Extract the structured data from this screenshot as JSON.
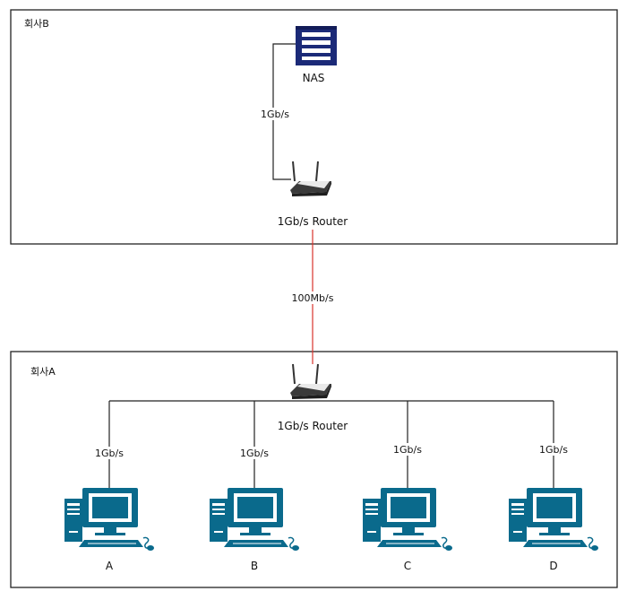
{
  "zones": {
    "company_b": {
      "label": "회사B"
    },
    "company_a": {
      "label": "회사A"
    }
  },
  "nodes": {
    "nas": {
      "label": "NAS",
      "icon": "server-rack-icon"
    },
    "router_b": {
      "label": "1Gb/s Router",
      "icon": "wireless-router-icon"
    },
    "router_a": {
      "label": "1Gb/s Router",
      "icon": "wireless-router-icon"
    },
    "pc_a": {
      "label": "A",
      "icon": "desktop-computer-icon"
    },
    "pc_b": {
      "label": "B",
      "icon": "desktop-computer-icon"
    },
    "pc_c": {
      "label": "C",
      "icon": "desktop-computer-icon"
    },
    "pc_d": {
      "label": "D",
      "icon": "desktop-computer-icon"
    }
  },
  "links": {
    "nas_router_b": {
      "speed": "1Gb/s"
    },
    "wan": {
      "speed": "100Mb/s",
      "color": "#d9322b"
    },
    "router_pc_a": {
      "speed": "1Gb/s"
    },
    "router_pc_b": {
      "speed": "1Gb/s"
    },
    "router_pc_c": {
      "speed": "1Gb/s"
    },
    "router_pc_d": {
      "speed": "1Gb/s"
    }
  },
  "colors": {
    "icon_blue": "#1b2a78",
    "pc_teal": "#0a6a8c",
    "wan_line": "#d9322b"
  }
}
